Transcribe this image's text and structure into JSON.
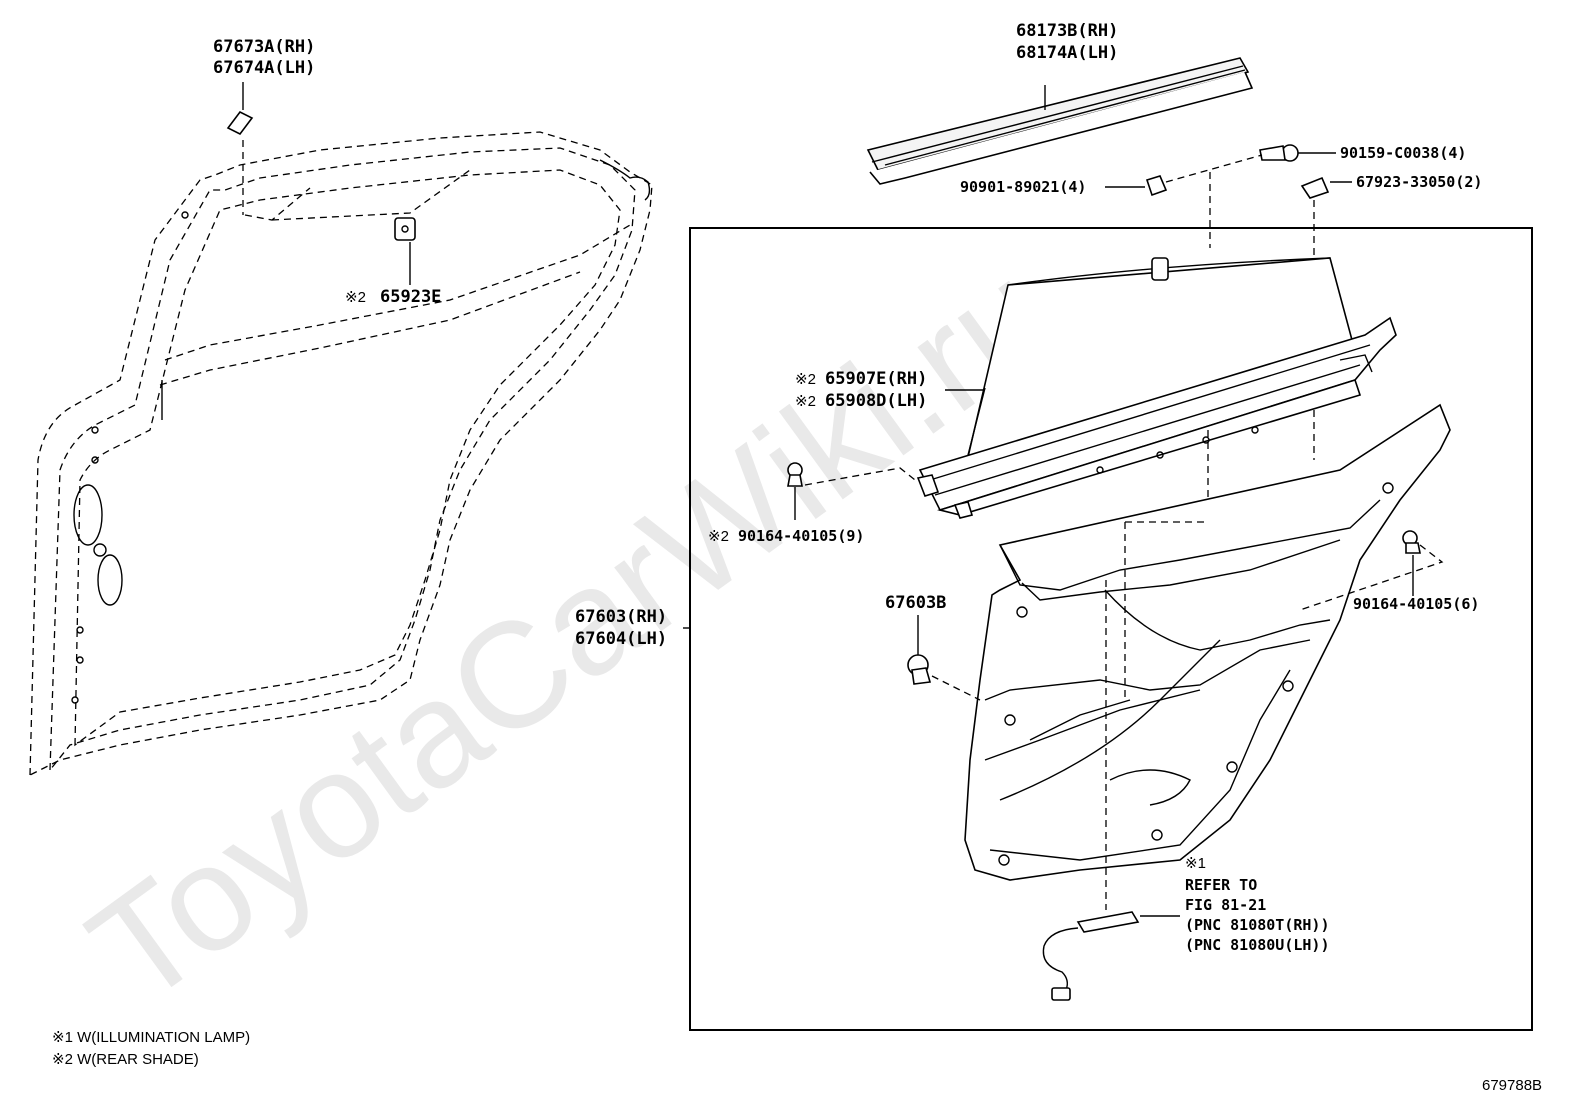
{
  "watermark": "ToyotaCarWiki.ru",
  "callouts": {
    "p67673": {
      "line1": "67673A(RH)",
      "line2": "67674A(LH)"
    },
    "p68173": {
      "line1": "68173B(RH)",
      "line2": "68174A(LH)"
    },
    "p90159": "90159-C0038(4)",
    "p90901": "90901-89021(4)",
    "p67923": "67923-33050(2)",
    "p65923": {
      "mark": "※2",
      "code": "65923E"
    },
    "p65907": {
      "mark1": "※2",
      "line1": "65907E(RH)",
      "mark2": "※2",
      "line2": "65908D(LH)"
    },
    "p90164_9": {
      "mark": "※2",
      "code": "90164-40105(9)"
    },
    "p67603": {
      "line1": "67603(RH)",
      "line2": "67604(LH)"
    },
    "p67603B": "67603B",
    "p90164_6": "90164-40105(6)",
    "refer": {
      "mark": "※1",
      "line1": "REFER TO",
      "line2": "FIG 81-21",
      "line3": "(PNC 81080T(RH))",
      "line4": "(PNC 81080U(LH))"
    }
  },
  "footnotes": [
    "※1 W(ILLUMINATION LAMP)",
    "※2 W(REAR SHADE)"
  ],
  "figure_id": "679788B"
}
